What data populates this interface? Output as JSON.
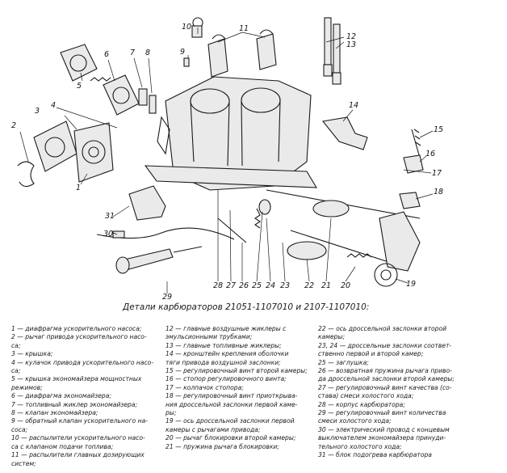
{
  "diagram": {
    "labels": [
      "1",
      "2",
      "3",
      "4",
      "5",
      "6",
      "7",
      "8",
      "9",
      "10",
      "11",
      "12",
      "13",
      "14",
      "15",
      "16",
      "17",
      "18",
      "19",
      "20",
      "21",
      "22",
      "23",
      "24",
      "25",
      "26",
      "27",
      "28",
      "29",
      "30",
      "31"
    ]
  },
  "caption": "Детали карбюраторов 21051-1107010 и 2107-1107010:",
  "legend": {
    "col1": [
      "1 — диафрагма ускорительного насоса;",
      "2 — рычаг привода ускорительного насо-",
      "са;",
      "3 — крышка;",
      "4 — кулачок привода ускорительного насо-",
      "са;",
      "5 — крышка экономайзера мощностных",
      "режимов;",
      "6 — диафрагма экономайзера;",
      "7 — топливный жиклер экономайзера;",
      "8 — клапан экономайзера;",
      "9 — обратный клапан ускорительного на-",
      "соса;",
      "10 — распылители ускорительного насо-",
      "са с клапаном подачи топлива;",
      "11 — распылители главных дозирующих",
      "систем;"
    ],
    "col2": [
      "12 — главные воздушные жиклеры с",
      "эмульсионными трубками;",
      "13 — главные топливные жиклеры;",
      "14 — кронштейн крепления оболочки",
      "тяги привода воздушной заслонки;",
      "15 — регулировочный винт второй камеры;",
      "16 — стопор регулировочного винта;",
      "17 — колпачок стопора;",
      "18 — регулировочный винт приоткрыва-",
      "ния дроссельной заслонки первой каме-",
      "ры;",
      "19 — ось дроссельной заслонки первой",
      "камеры с рычагами привода;",
      "20 — рычаг блокировки второй камеры;",
      "21 — пружина рычага блокировки;"
    ],
    "col3": [
      "22 — ось дроссельной заслонки второй",
      "камеры;",
      "23, 24 — дроссельные заслонки соотвeт-",
      "ственно первой и второй камер;",
      "25 — заглушка;",
      "26 — возвратная пружина рычага приво-",
      "да дроссельной заслонки второй камеры;",
      "27 — регулировочный винт качества (со-",
      "става) смеси холостого хода;",
      "28 — корпус карбюратора;",
      "29 — регулировочный винт количества",
      "смеси холостого хода;",
      "30 — электрический провод с концевым",
      "выключателем экономайзера принуди-",
      "тельного холостого хода;",
      "31 — блок подогрева карбюратора"
    ]
  }
}
